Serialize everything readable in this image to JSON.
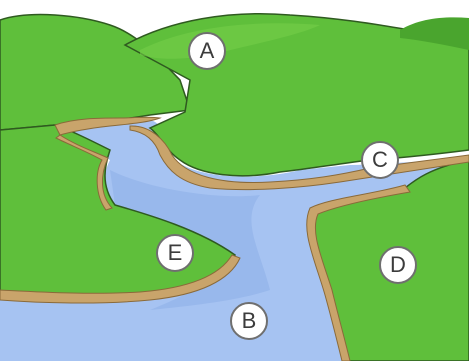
{
  "colors": {
    "grass": "#5fbf3b",
    "grass_light": "#74cf4a",
    "grass_dark": "#4aa52e",
    "bank": "#c9a46b",
    "bank_edge": "#8a6a3a",
    "water": "#a6c3f2",
    "water_dark": "#7e9fd8",
    "outline": "#2f5a20"
  },
  "markers": [
    {
      "id": "a",
      "label": "A"
    },
    {
      "id": "b",
      "label": "B"
    },
    {
      "id": "c",
      "label": "C"
    },
    {
      "id": "d",
      "label": "D"
    },
    {
      "id": "e",
      "label": "E"
    }
  ]
}
